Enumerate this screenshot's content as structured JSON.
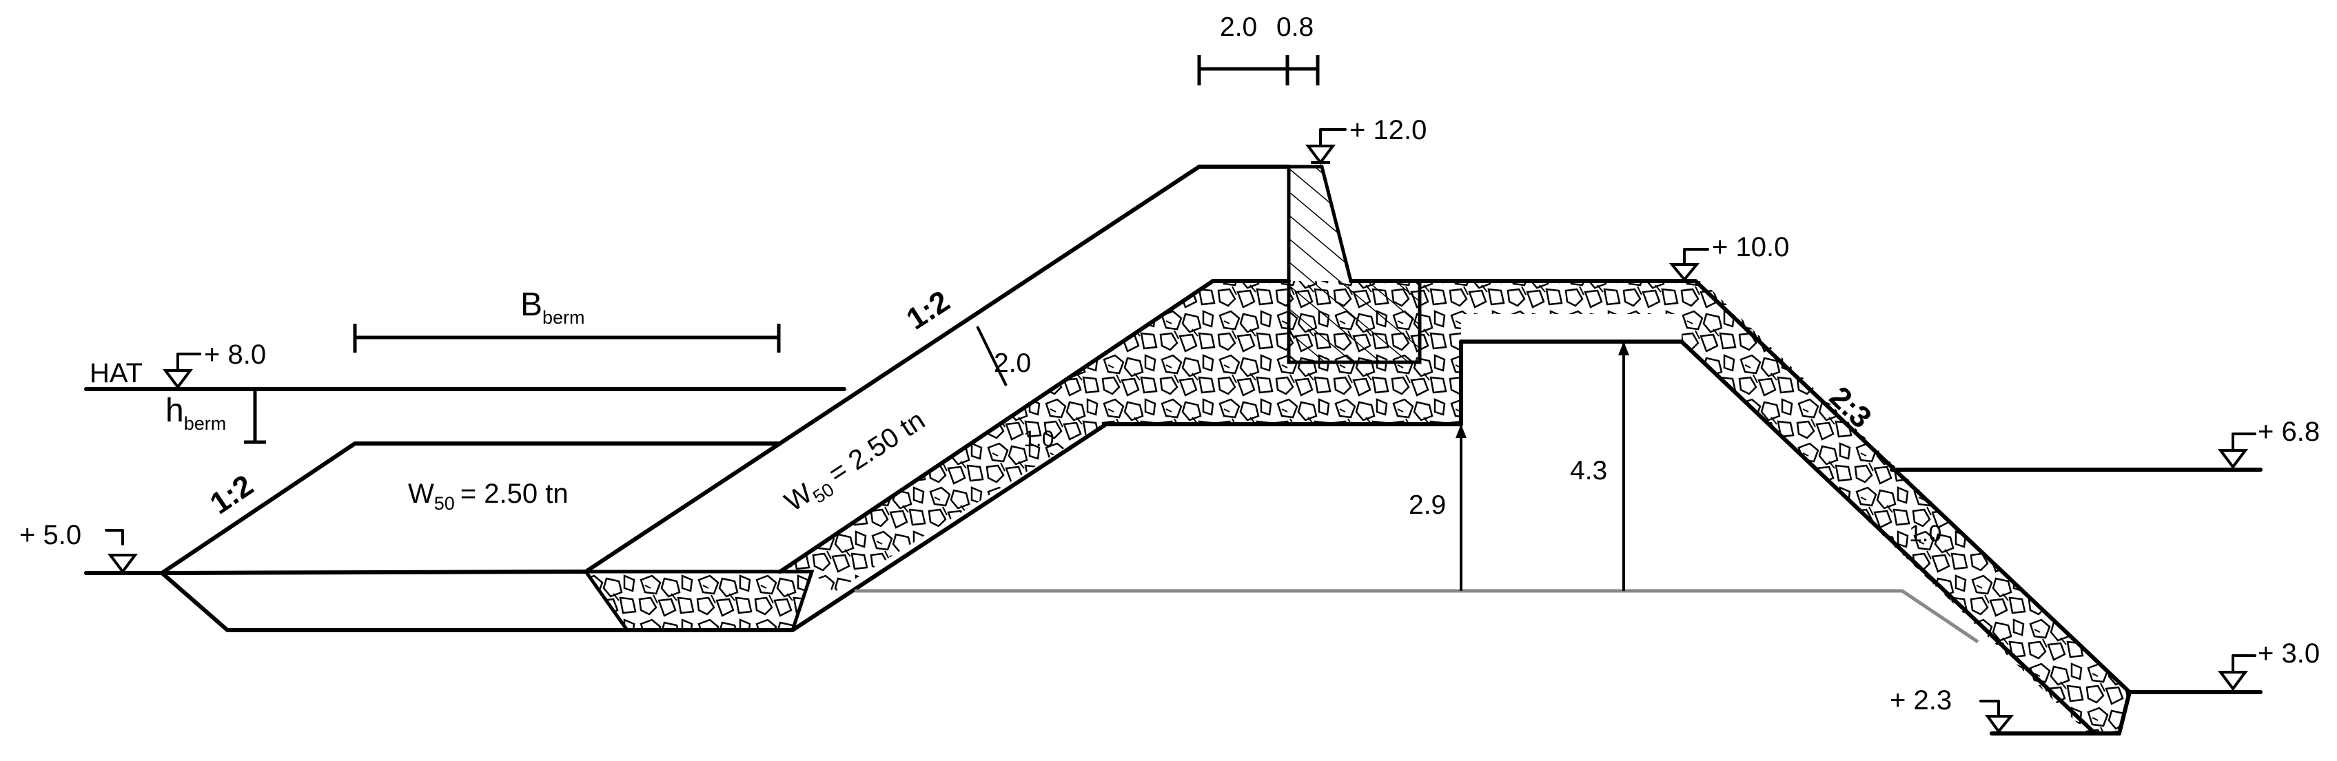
{
  "diagram": {
    "crest": {
      "elevation": "+ 12.0",
      "dim_top_left": "2.0",
      "dim_top_right": "0.8"
    },
    "water_levels": {
      "hat_label": "HAT",
      "hat_elevation": "+ 8.0",
      "toe_left": "+ 5.0",
      "lee_level": "+ 6.8",
      "lee_toe": "+ 3.0",
      "lee_seabed": "+ 2.3",
      "lee_crest": "+ 10.0"
    },
    "berm": {
      "width_main": "B",
      "width_sub": "berm",
      "height_main": "h",
      "height_sub": "berm",
      "slope": "1:2",
      "armour_main": "W",
      "armour_sub": "50",
      "armour_value": "= 2.50 tn"
    },
    "seaward_slope": {
      "slope": "1:2",
      "thickness": "2.0",
      "underlayer_thickness": "1.0",
      "armour_main": "W",
      "armour_sub": "50",
      "armour_value": "= 2.50 tn"
    },
    "leeward_slope": {
      "slope": "2:3",
      "thickness": "1.0"
    },
    "core_dims": {
      "height_a": "2.9",
      "height_b": "4.3"
    }
  }
}
